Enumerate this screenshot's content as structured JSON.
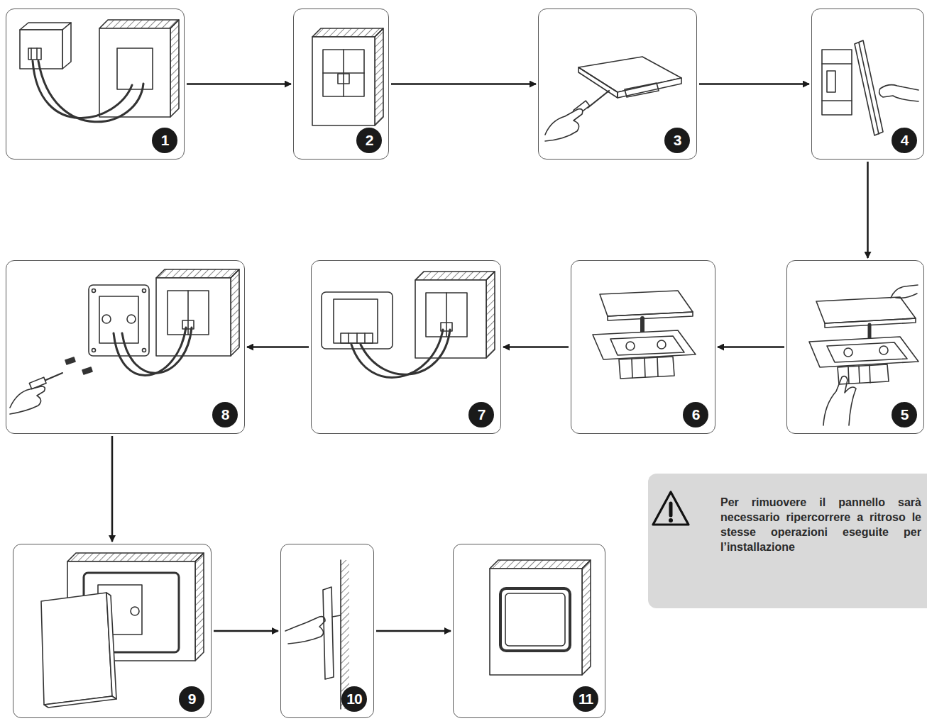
{
  "diagram": {
    "nodes": [
      {
        "text": [
          "1"
        ]
      },
      {
        "text": [
          "2"
        ]
      },
      {
        "text": [
          "3"
        ]
      },
      {
        "text": [
          "4"
        ]
      },
      {
        "text": [
          "5"
        ]
      },
      {
        "text": [
          "6"
        ]
      },
      {
        "text": [
          "7"
        ]
      },
      {
        "text": [
          "8"
        ]
      },
      {
        "text": [
          "9"
        ]
      },
      {
        "text": [
          "10"
        ]
      },
      {
        "text": [
          "11"
        ]
      },
      {
        "text": [
          "Per rimuovere il pannello sarà necessario ripercorrere a ritroso le stesse operazioni eseguite per l’installazione"
        ]
      }
    ],
    "edges": [
      {
        "from": 0,
        "to": 1,
        "arrow": "to"
      },
      {
        "from": 1,
        "to": 2,
        "arrow": "to"
      },
      {
        "from": 2,
        "to": 3,
        "arrow": "to"
      },
      {
        "from": 3,
        "to": 4,
        "arrow": "to"
      },
      {
        "from": 4,
        "to": 5,
        "arrow": "to"
      },
      {
        "from": 5,
        "to": 6,
        "arrow": "to"
      },
      {
        "from": 6,
        "to": 7,
        "arrow": "to"
      },
      {
        "from": 7,
        "to": 8,
        "arrow": "to"
      },
      {
        "from": 8,
        "to": 9,
        "arrow": "to"
      },
      {
        "from": 9,
        "to": 10,
        "arrow": "to"
      }
    ]
  }
}
